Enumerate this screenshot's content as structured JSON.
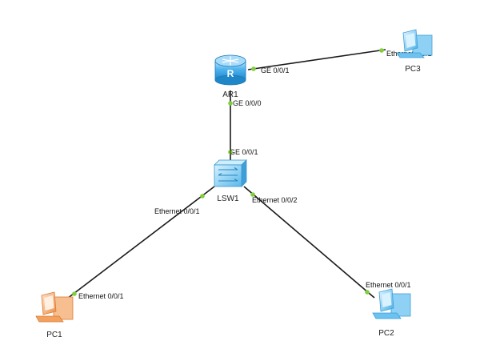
{
  "devices": {
    "router": {
      "name": "AR1"
    },
    "switch": {
      "name": "LSW1"
    },
    "pc1": {
      "name": "PC1"
    },
    "pc2": {
      "name": "PC2"
    },
    "pc3": {
      "name": "PC3"
    }
  },
  "links": {
    "ar1_pc3": {
      "a_port": "GE 0/0/1",
      "b_port": "Ethernet 0/0/1"
    },
    "ar1_lsw1": {
      "a_port": "GE 0/0/0",
      "b_port": "GE 0/0/1"
    },
    "lsw1_pc1": {
      "a_port": "Ethernet 0/0/1",
      "b_port": "Ethernet 0/0/1"
    },
    "lsw1_pc2": {
      "a_port": "Ethernet 0/0/2",
      "b_port": "Ethernet 0/0/1"
    }
  },
  "colors": {
    "link": "#1a1a1a",
    "port_dot": "#7fcf3a",
    "router": "#3aa7e8",
    "switch": "#6cc2f0",
    "pc_blue": "#5bbcf0",
    "pc_orange": "#f2a15f"
  },
  "icons": {
    "router": "router-icon",
    "switch": "switch-icon",
    "pc": "pc-icon"
  }
}
